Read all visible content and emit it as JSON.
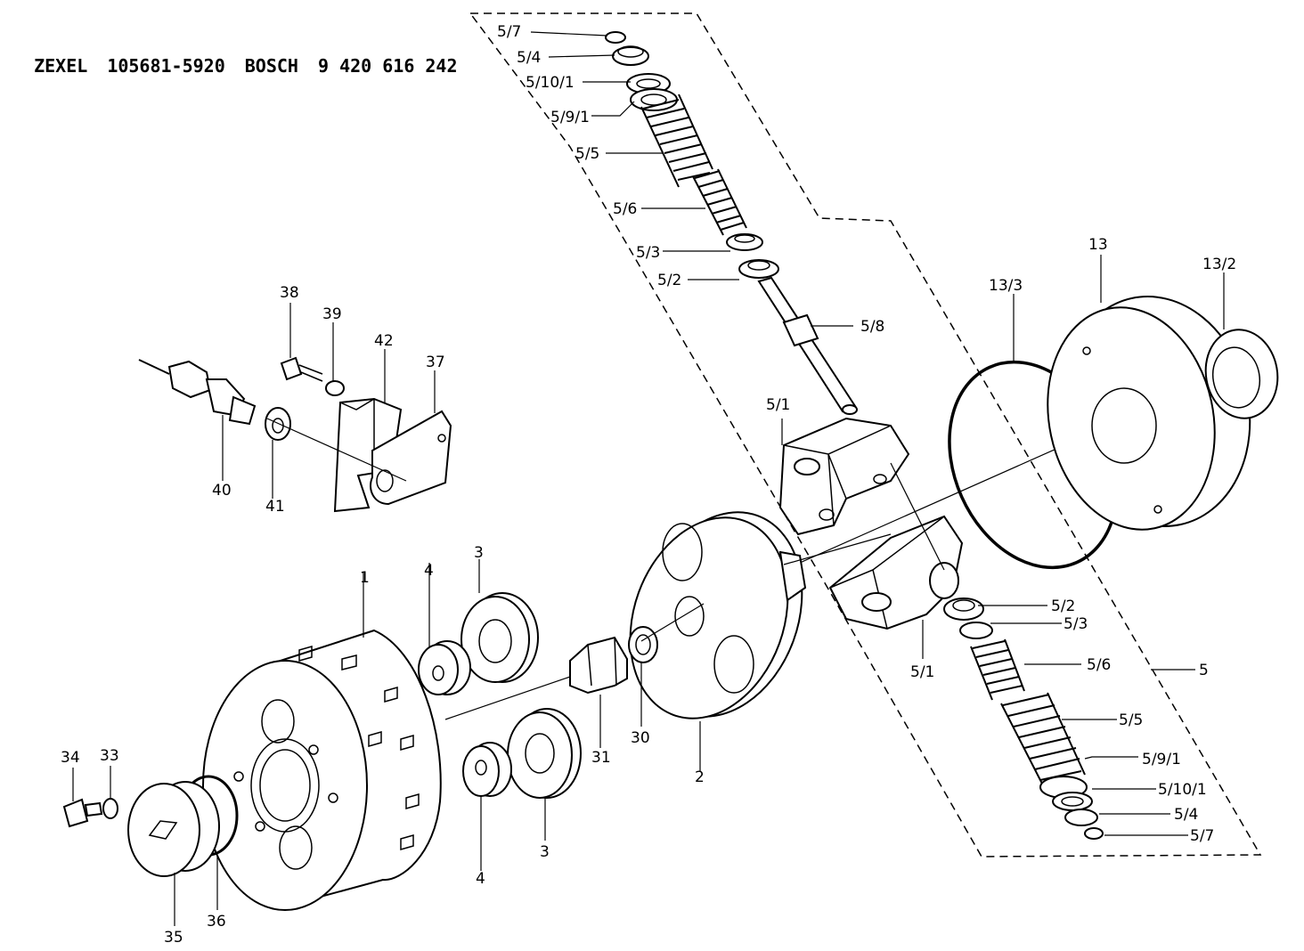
{
  "header": {
    "brand1": "ZEXEL",
    "number1": "105681-5920",
    "brand2": "BOSCH",
    "number2": "9 420 616 242"
  },
  "labels": {
    "l_5_7_top": "5/7",
    "l_5_4_top": "5/4",
    "l_5_10_1_top": "5/10/1",
    "l_5_9_1_top": "5/9/1",
    "l_5_5_top": "5/5",
    "l_5_6_top": "5/6",
    "l_5_3_top": "5/3",
    "l_5_2_top": "5/2",
    "l_5_8": "5/8",
    "l_5_1_top": "5/1",
    "l_13": "13",
    "l_13_2": "13/2",
    "l_13_3": "13/3",
    "l_38": "38",
    "l_39": "39",
    "l_42": "42",
    "l_37": "37",
    "l_40": "40",
    "l_41": "41",
    "l_1": "1",
    "l_4_top": "4",
    "l_3_top": "3",
    "l_30": "30",
    "l_31": "31",
    "l_2": "2",
    "l_5_2_bot": "5/2",
    "l_5_3_bot": "5/3",
    "l_5_6_bot": "5/6",
    "l_5": "5",
    "l_5_1_bot": "5/1",
    "l_5_5_bot": "5/5",
    "l_5_9_1_bot": "5/9/1",
    "l_5_10_1_bot": "5/10/1",
    "l_5_4_bot": "5/4",
    "l_5_7_bot": "5/7",
    "l_34": "34",
    "l_33": "33",
    "l_35": "35",
    "l_36": "36",
    "l_4_bot": "4",
    "l_3_bot": "3"
  }
}
